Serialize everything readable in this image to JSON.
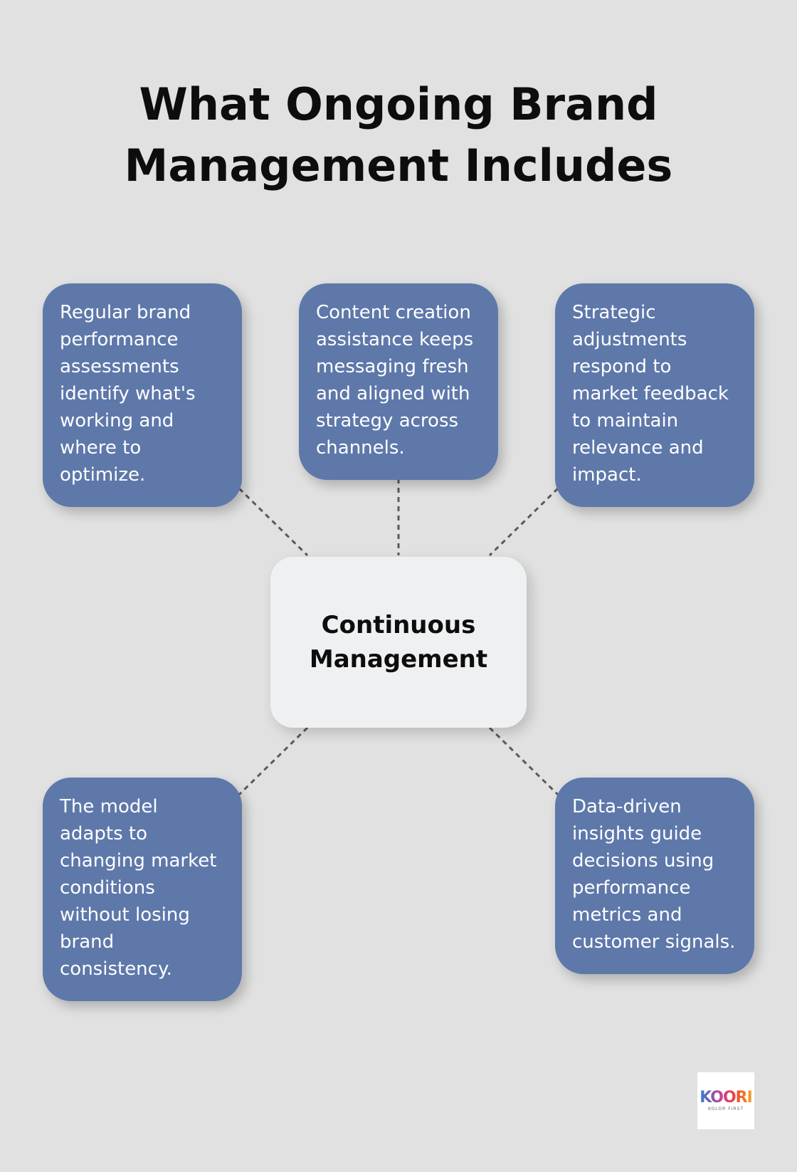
{
  "title": {
    "line1": "What Ongoing Brand",
    "line2": "Management Includes"
  },
  "center": {
    "label": "Continuous\nManagement"
  },
  "cards": [
    {
      "text": "Regular brand\nperformance\nassessments\nidentify what's\nworking and\nwhere to\noptimize."
    },
    {
      "text": "Content creation\nassistance keeps\nmessaging fresh\nand aligned with\nstrategy across\nchannels."
    },
    {
      "text": "Strategic\nadjustments\nrespond to\nmarket feedback\nto maintain\nrelevance and\nimpact."
    },
    {
      "text": "The model\nadapts to\nchanging market\nconditions\nwithout losing\nbrand\nconsistency."
    },
    {
      "text": "Data-driven\ninsights guide\ndecisions using\nperformance\nmetrics and\ncustomer signals."
    }
  ],
  "logo": {
    "mark": "KOORI",
    "sub": "KOLOR FIRST"
  },
  "colors": {
    "background": "#e0e1e0",
    "card": "#5e78aa",
    "center": "#eff0f1",
    "connector": "#5a5a5a"
  }
}
